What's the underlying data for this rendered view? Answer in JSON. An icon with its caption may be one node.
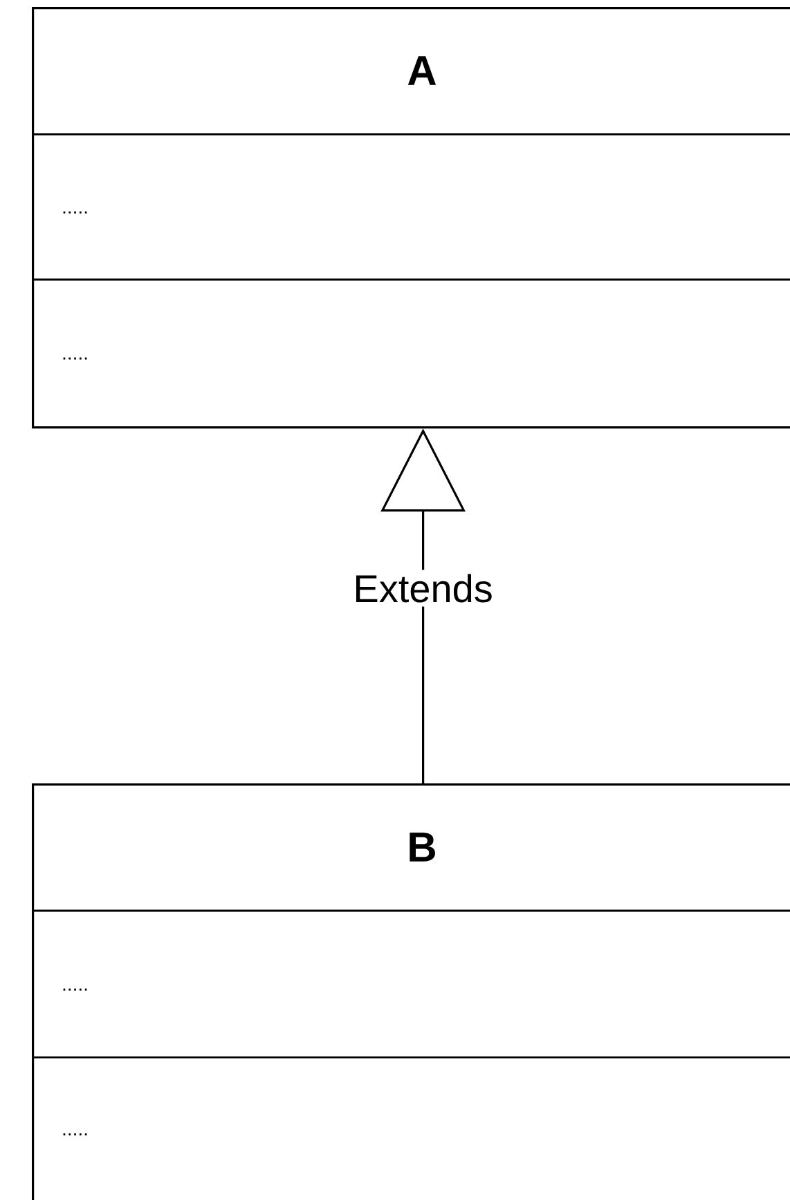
{
  "diagram": {
    "nodes": [
      {
        "text": [
          "A",
          ".....",
          "....."
        ]
      },
      {
        "text": [
          "B",
          ".....",
          "....."
        ]
      }
    ],
    "edges": [
      {
        "from": 1,
        "to": 0,
        "arrow": "to",
        "label": "Extends"
      }
    ]
  }
}
